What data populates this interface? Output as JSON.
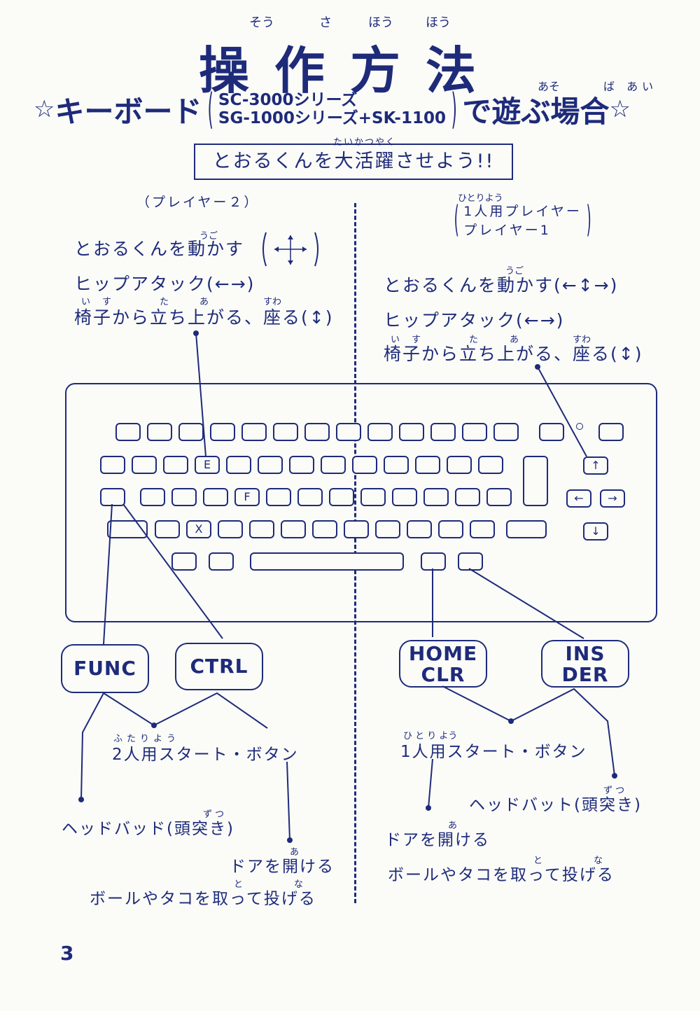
{
  "title": {
    "text": "操作方法",
    "ruby": [
      "そう",
      "さ",
      "ほう",
      "ほう"
    ]
  },
  "subtitle": {
    "star_left": "☆",
    "main_left": "キーボード",
    "systems_line1": "SC-3000シリーズ",
    "systems_line2": "SG-1000シリーズ+SK-1100",
    "main_right": "で遊ぶ場合",
    "star_right": "☆",
    "ruby_asobu": "あそ",
    "ruby_baai": "ば あい"
  },
  "banner": {
    "text": "とおるくんを大活躍させよう!!",
    "ruby": "たいかつやく"
  },
  "left": {
    "player_label": "（プレイヤー２）",
    "move": "とおるくんを動かす",
    "move_ruby": "うご",
    "hip_attack": "ヒップアタック(←→)",
    "chair": "椅子から立ち上がる、座る(↕)",
    "chair_ruby": [
      "い",
      "す",
      "た",
      "あ",
      "すわ"
    ]
  },
  "right": {
    "player_label_1": "1人用プレイヤー",
    "player_label_2": "プレイヤー1",
    "player_ruby": "ひとりよう",
    "move": "とおるくんを動かす(←↕→)",
    "move_ruby": "うご",
    "hip_attack": "ヒップアタック(←→)",
    "chair": "椅子から立ち上がる、座る(↕)",
    "chair_ruby": [
      "い",
      "す",
      "た",
      "あ",
      "すわ"
    ]
  },
  "keys": {
    "e": "E",
    "f": "F",
    "x": "X",
    "up": "↑",
    "left": "←",
    "right": "→",
    "down": "↓"
  },
  "big_keys": {
    "func": "FUNC",
    "ctrl": "CTRL",
    "home_1": "HOME",
    "home_2": "CLR",
    "ins_1": "INS",
    "ins_2": "DER"
  },
  "left_actions": {
    "start": "2人用スタート・ボタン",
    "start_ruby": "ふたりよう",
    "headbutt": "ヘッドバッド(頭突き)",
    "headbutt_ruby": "ず つ",
    "door": "ドアを開ける",
    "door_ruby": "あ",
    "ball": "ボールやタコを取って投げる",
    "ball_ruby": [
      "と",
      "な"
    ]
  },
  "right_actions": {
    "start": "1人用スタート・ボタン",
    "start_ruby": "ひ と り よう",
    "headbutt": "ヘッドバット(頭突き)",
    "headbutt_ruby": "ず つ",
    "door": "ドアを開ける",
    "door_ruby": "あ",
    "ball": "ボールやタコを取って投げる",
    "ball_ruby": [
      "と",
      "な"
    ]
  },
  "page_number": "3",
  "colors": {
    "ink": "#1e2b7a",
    "paper": "#fbfbf8"
  }
}
